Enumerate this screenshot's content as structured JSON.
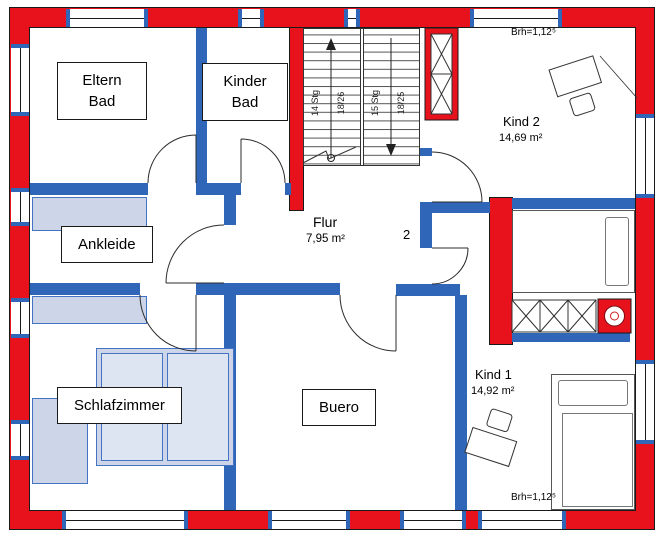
{
  "rooms": {
    "eltern_bad": "Eltern Bad",
    "kinder_bad": "Kinder Bad",
    "ankleide": "Ankleide",
    "schlafzimmer": "Schlafzimmer",
    "buero": "Buero",
    "flur": "Flur",
    "flur_area": "7,95 m²",
    "kind2": "Kind 2",
    "kind2_area": "14,69 m²",
    "kind1": "Kind 1",
    "kind1_area": "14,92 m²"
  },
  "annotations": {
    "brh_top": "Brh=1,12⁵",
    "brh_bottom": "Brh=1,12⁵",
    "door_number": "2",
    "stairs_left_1": "14 Stg",
    "stairs_left_2": "18/26",
    "stairs_right_1": "15 Stg",
    "stairs_right_2": "18/25"
  },
  "colors": {
    "exterior_wall": "#e8121c",
    "interior_wall": "#2f66b8",
    "furniture_fill": "#cdd6e9",
    "furniture_border": "#4472c4"
  }
}
